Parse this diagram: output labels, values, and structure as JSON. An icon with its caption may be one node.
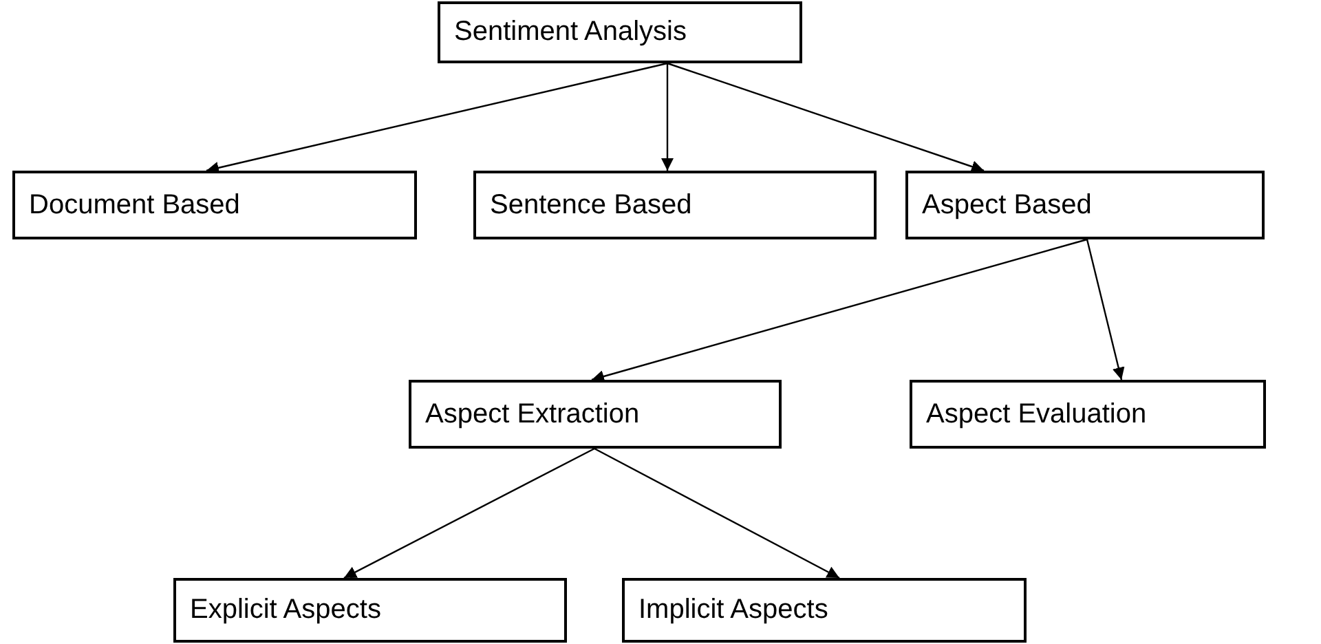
{
  "diagram": {
    "nodes": [
      {
        "text": [
          "Sentiment Analysis"
        ]
      },
      {
        "text": [
          "Document Based"
        ]
      },
      {
        "text": [
          "Sentence Based"
        ]
      },
      {
        "text": [
          "Aspect Based"
        ]
      },
      {
        "text": [
          "Aspect Extraction"
        ]
      },
      {
        "text": [
          "Aspect Evaluation"
        ]
      },
      {
        "text": [
          "Explicit Aspects"
        ]
      },
      {
        "text": [
          "Implicit Aspects"
        ]
      }
    ],
    "edges": [
      {
        "from": 0,
        "to": 1,
        "arrow": "to"
      },
      {
        "from": 0,
        "to": 2,
        "arrow": "to"
      },
      {
        "from": 0,
        "to": 3,
        "arrow": "to"
      },
      {
        "from": 3,
        "to": 4,
        "arrow": "to"
      },
      {
        "from": 3,
        "to": 5,
        "arrow": "to"
      },
      {
        "from": 4,
        "to": 6,
        "arrow": "to"
      },
      {
        "from": 4,
        "to": 7,
        "arrow": "to"
      }
    ]
  }
}
